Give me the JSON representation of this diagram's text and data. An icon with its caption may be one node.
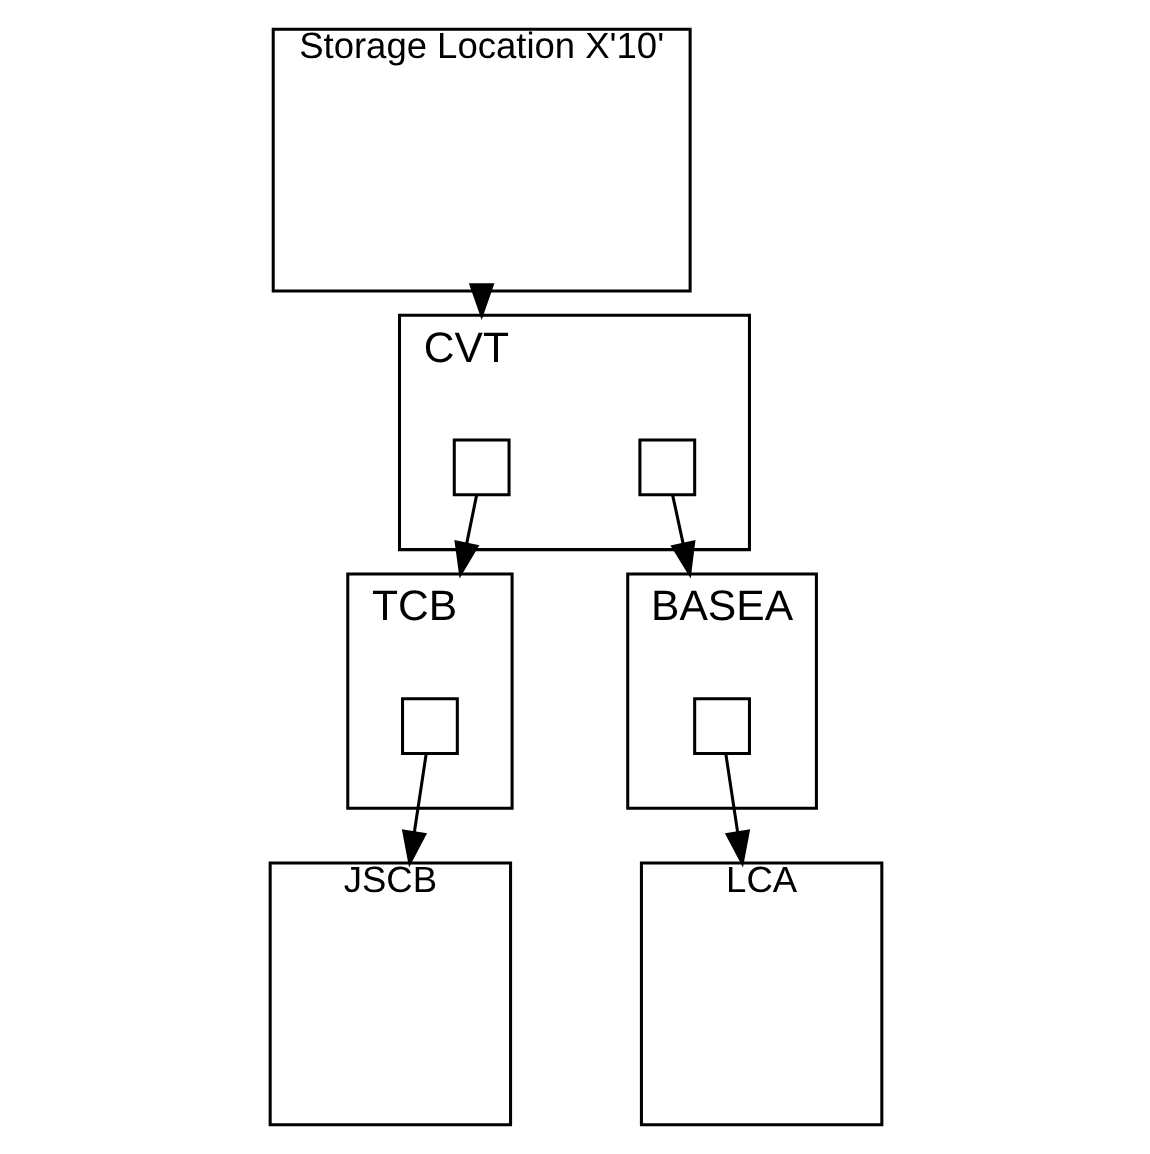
{
  "diagram": {
    "nodes": [
      {
        "text": [
          "Storage Location X'10'"
        ]
      },
      {
        "text": [
          "CVT"
        ]
      },
      {
        "text": [],
        "shape": "box",
        "in": 1
      },
      {
        "text": [],
        "shape": "box",
        "in": 1
      },
      {
        "text": [
          "BASEA"
        ]
      },
      {
        "text": [],
        "shape": "box",
        "in": 4
      },
      {
        "text": [
          "TCB"
        ]
      },
      {
        "text": [],
        "shape": "box",
        "in": 6
      },
      {
        "text": [
          "JSCB"
        ]
      },
      {
        "text": [
          "LCA"
        ]
      }
    ],
    "edges": [
      {
        "from": 0,
        "to": 1,
        "arrow": "to"
      },
      {
        "from": 2,
        "to": 6,
        "arrow": "to"
      },
      {
        "from": 3,
        "to": 4,
        "arrow": "to"
      },
      {
        "from": 7,
        "to": 8,
        "arrow": "to"
      },
      {
        "from": 5,
        "to": 9,
        "arrow": "to"
      }
    ]
  }
}
